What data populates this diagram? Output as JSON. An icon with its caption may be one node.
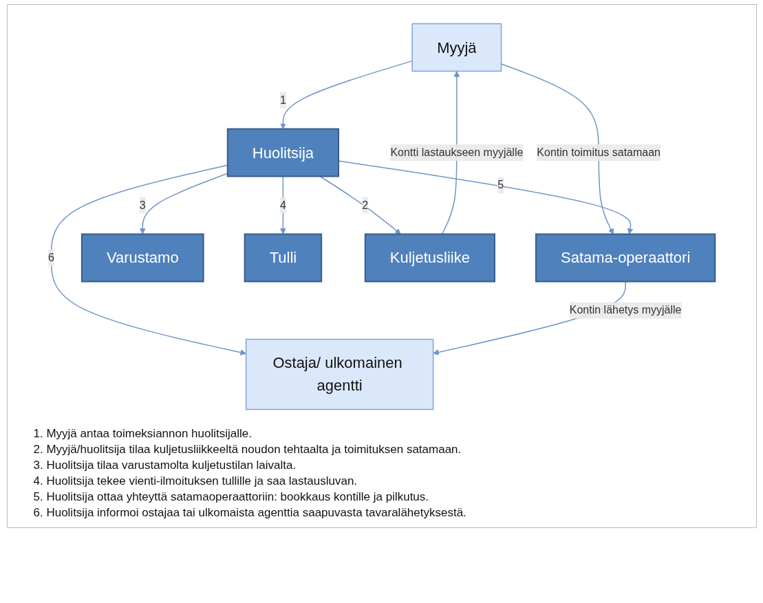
{
  "diagram": {
    "nodes": [
      {
        "text": [
          "Myyjä"
        ]
      },
      {
        "text": [
          "Satama-operaattori"
        ]
      },
      {
        "text": [
          "Huolitsija"
        ]
      },
      {
        "text": [
          "Varustamo"
        ]
      },
      {
        "text": [
          "Tulli"
        ]
      },
      {
        "text": [
          "Kuljetusliike"
        ]
      },
      {
        "text": [
          "Ostaja/ ulkomainen agentti"
        ]
      }
    ],
    "edges": [
      {
        "from": 0,
        "to": 1,
        "arrow": "to",
        "label": "Kontin toimitus satamaan"
      },
      {
        "from": 0,
        "to": 2,
        "arrow": "to",
        "label": "1"
      },
      {
        "from": 2,
        "to": 5,
        "arrow": "to",
        "label": "2"
      },
      {
        "from": 2,
        "to": 3,
        "arrow": "to",
        "label": "3"
      },
      {
        "from": 2,
        "to": 4,
        "arrow": "to",
        "label": "4"
      },
      {
        "from": 2,
        "to": 1,
        "arrow": "to",
        "label": "5"
      },
      {
        "from": 2,
        "to": 6,
        "arrow": "to",
        "label": "6"
      },
      {
        "from": 1,
        "to": 6,
        "arrow": "to",
        "label": "Kontin lähetys myyjälle"
      },
      {
        "from": 5,
        "to": 0,
        "arrow": "to",
        "label": "Kontti lastaukseen myyjälle"
      }
    ],
    "labels": [
      "1. Myyjä antaa toimeksiannon huolitsijalle.",
      "2. Myyjä/huolitsija tilaa kuljetusliikkeeltä noudon tehtaalta ja toimituksen satamaan.",
      "3. Huolitsija tilaa varustamolta kuljetustilan laivalta.",
      "4. Huolitsija tekee vienti-ilmoituksen tullille ja saa lastausluvan.",
      "5. Huolitsija ottaa yhteyttä satamaoperaattoriin: bookkaus kontille ja pilkutus.",
      "6. Huolitsija informoi ostajaa tai ulkomaista agenttia saapuvasta tavaralähetyksestä."
    ]
  }
}
